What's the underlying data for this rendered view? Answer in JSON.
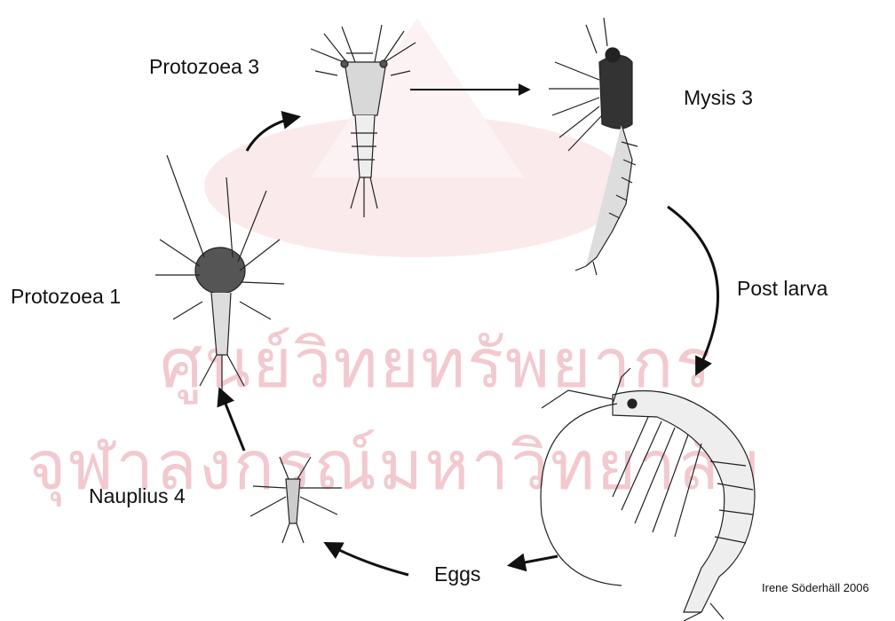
{
  "stages": {
    "protozoea3": "Protozoea 3",
    "mysis3": "Mysis 3",
    "protozoea1": "Protozoea 1",
    "post_larva": "Post larva",
    "nauplius4": "Nauplius 4",
    "eggs": "Eggs"
  },
  "credit": "Irene Söderhäll 2006",
  "watermark": {
    "line1": "ศูนย์วิทยทรัพยากร",
    "line2": "จุฬาลงกรณ์มหาวิทยาลัย"
  },
  "colors": {
    "watermark": "#f2c9cf",
    "ink": "#111111"
  }
}
